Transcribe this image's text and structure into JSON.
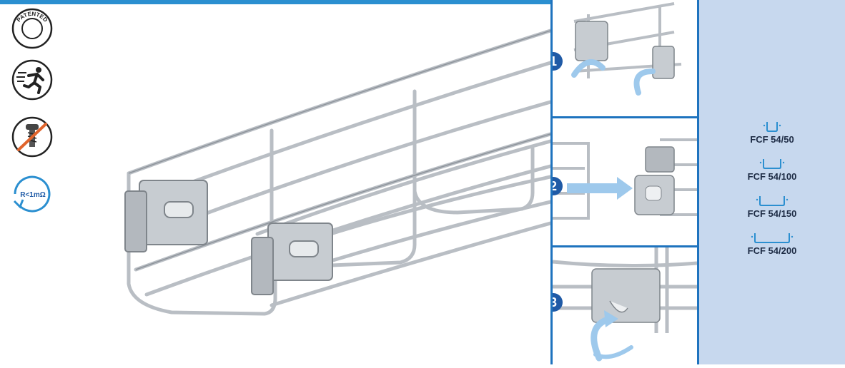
{
  "colors": {
    "accent_blue": "#1f5aa6",
    "panel_border": "#1e73be",
    "side_panel_bg": "#c7d8ee",
    "wire": "#b9bec4",
    "arrow": "#9ec9ec"
  },
  "icons": {
    "patented": {
      "name": "patented-stamp-icon",
      "text": "PATENTED"
    },
    "fast": {
      "name": "fast-runner-icon"
    },
    "no_screw": {
      "name": "no-screw-icon"
    },
    "resistance": {
      "name": "resistance-icon",
      "text": "R<1mΩ"
    }
  },
  "steps": [
    {
      "number": "1"
    },
    {
      "number": "2"
    },
    {
      "number": "3"
    }
  ],
  "models": [
    {
      "label": "FCF 54/50"
    },
    {
      "label": "FCF 54/100"
    },
    {
      "label": "FCF 54/150"
    },
    {
      "label": "FCF 54/200"
    }
  ]
}
